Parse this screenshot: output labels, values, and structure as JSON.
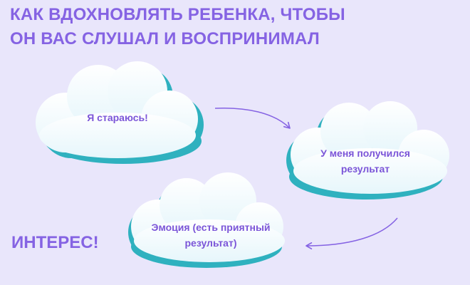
{
  "title_lines": [
    "КАК ВДОХНОВЛЯТЬ РЕБЕНКА, ЧТОБЫ",
    "ОН ВАС СЛУШАЛ И ВОСПРИНИМАЛ"
  ],
  "side_label": "ИНТЕРЕС!",
  "clouds": [
    {
      "text": "Я стараюсь!"
    },
    {
      "text": "У меня получился результат"
    },
    {
      "text": "Эмоция (есть приятный результат)"
    }
  ],
  "colors": {
    "background": "#e9e6fb",
    "accent": "#8563e3",
    "cloud_fill": "#ffffff",
    "cloud_shadow": "#2fb1bf",
    "arrow": "#8563e3"
  }
}
